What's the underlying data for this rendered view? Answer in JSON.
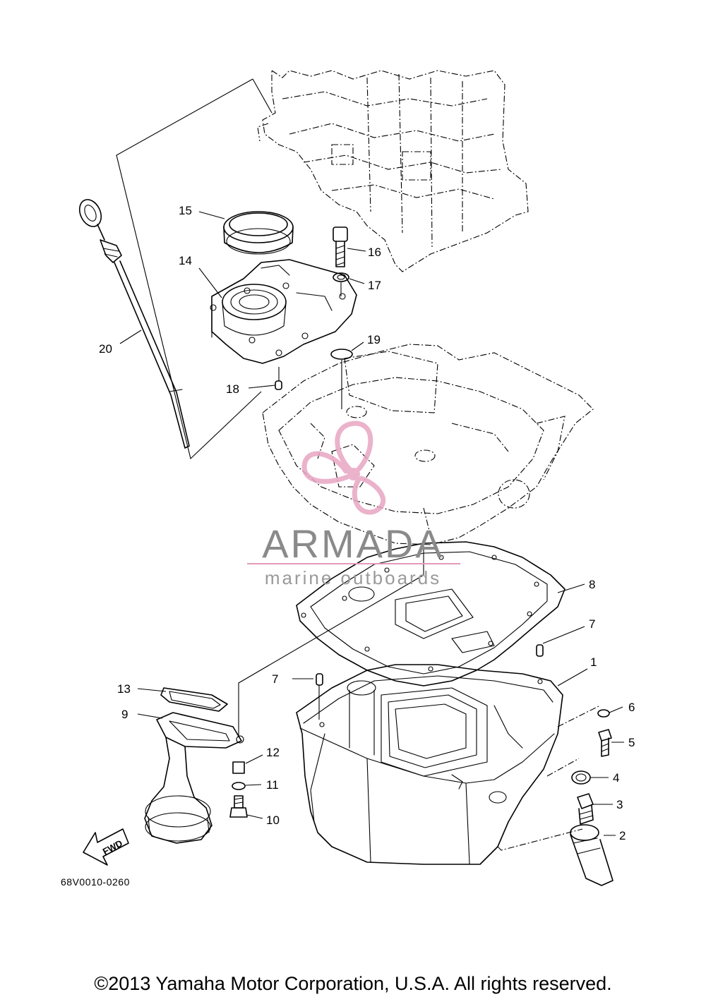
{
  "watermark": {
    "brand": "ARMADA",
    "tagline": "marine outboards",
    "accent_color": "#e8a6c2",
    "text_color": "#8a8a8a"
  },
  "diagram_code": "68V0010-0260",
  "fwd_label": "FWD",
  "copyright": "©2013 Yamaha Motor Corporation, U.S.A. All rights reserved.",
  "callouts": [
    "1",
    "2",
    "3",
    "4",
    "5",
    "6",
    "7",
    "7",
    "8",
    "9",
    "10",
    "11",
    "12",
    "13",
    "14",
    "15",
    "16",
    "17",
    "18",
    "19",
    "20"
  ]
}
